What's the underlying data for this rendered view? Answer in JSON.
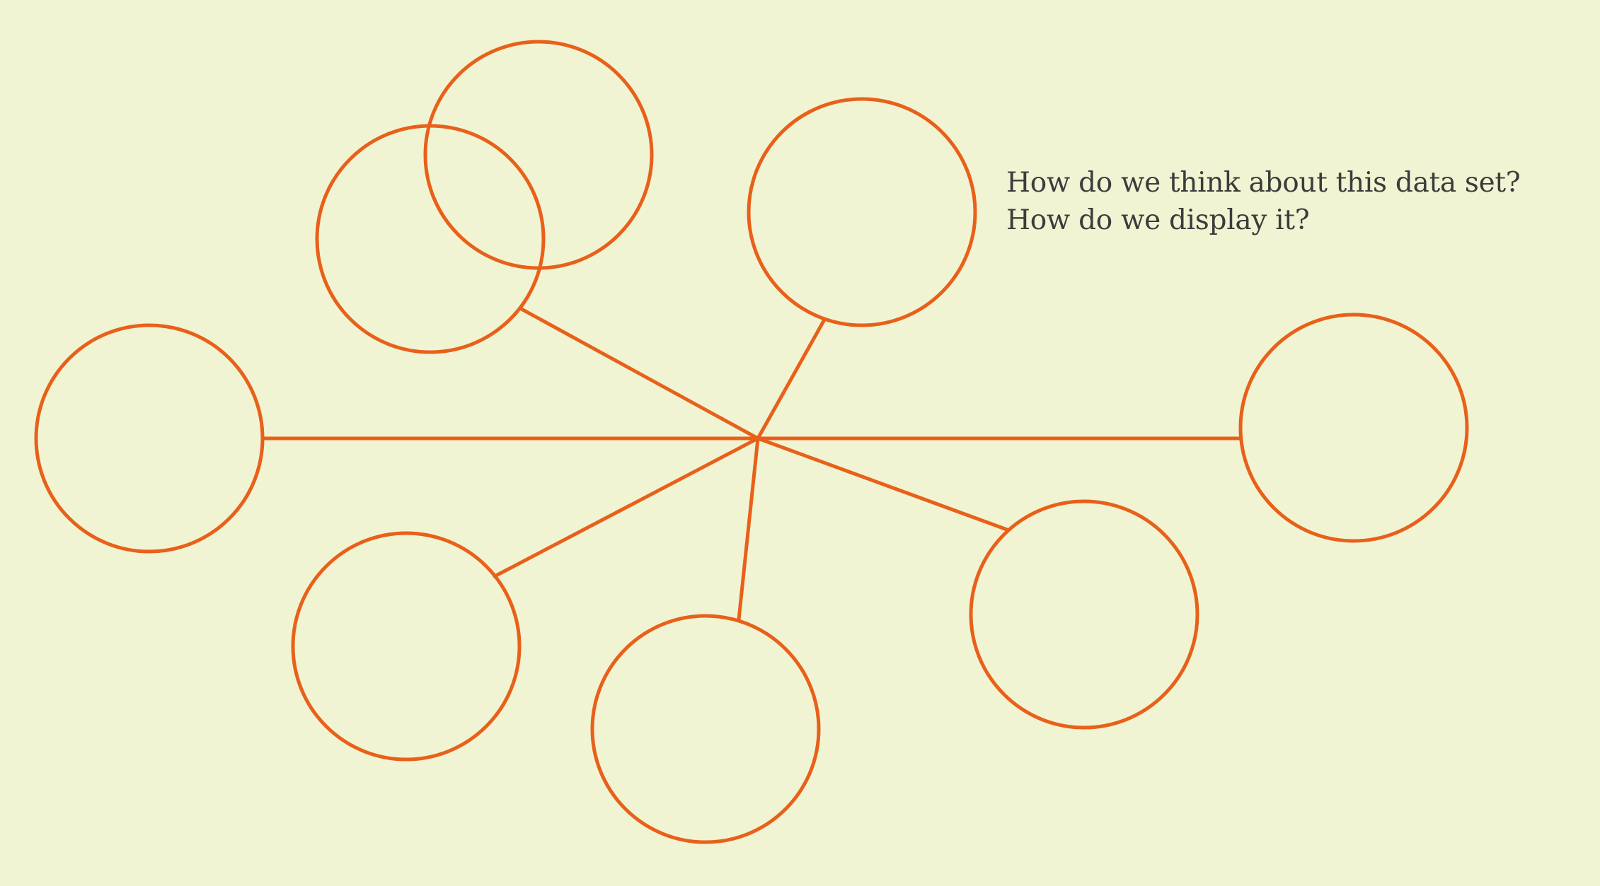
{
  "canvas": {
    "background_color": "#f1f4d2",
    "stroke_color": "#e8601a"
  },
  "prompt": {
    "line1": "How do we think about this data set?",
    "line2": "How do we display it?"
  },
  "diagram": {
    "type": "hub-and-spoke",
    "hub": "center-node",
    "bubbles": [
      {
        "id": "bubble-top-left-lower",
        "connected": true
      },
      {
        "id": "bubble-top-left-upper",
        "connected": false
      },
      {
        "id": "bubble-top-center",
        "connected": true
      },
      {
        "id": "bubble-left",
        "connected": true
      },
      {
        "id": "bubble-right",
        "connected": true
      },
      {
        "id": "bubble-bottom-left",
        "connected": true
      },
      {
        "id": "bubble-bottom-center",
        "connected": true
      },
      {
        "id": "bubble-bottom-right",
        "connected": true
      }
    ]
  }
}
